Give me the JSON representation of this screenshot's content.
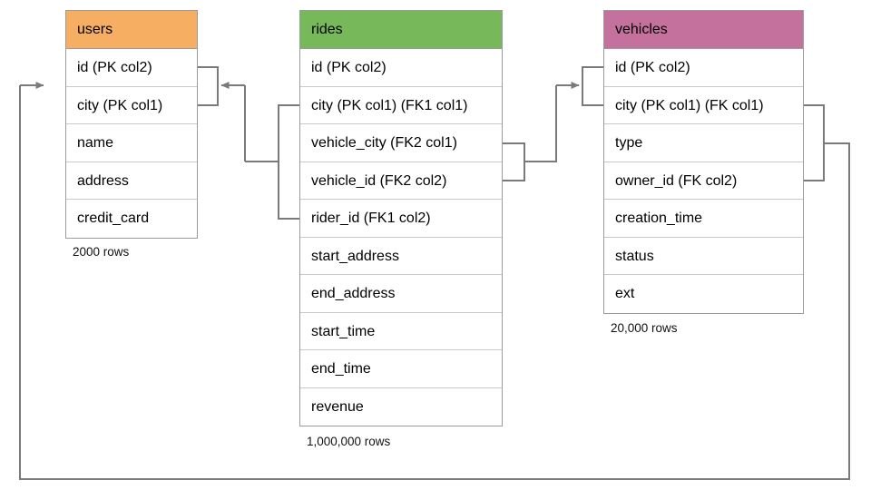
{
  "diagram": {
    "title": "Database schema ER diagram",
    "background": "#ffffff",
    "line_color": "#7a7a7a"
  },
  "tables": [
    {
      "id": "users",
      "name": "users",
      "header_color": "#f5ae62",
      "row_count_label": "2000 rows",
      "columns": [
        {
          "label": "id (PK col2)"
        },
        {
          "label": "city (PK col1)"
        },
        {
          "label": "name"
        },
        {
          "label": "address"
        },
        {
          "label": "credit_card"
        }
      ]
    },
    {
      "id": "rides",
      "name": "rides",
      "header_color": "#76b85a",
      "row_count_label": "1,000,000 rows",
      "columns": [
        {
          "label": "id (PK col2)"
        },
        {
          "label": "city (PK col1) (FK1 col1)"
        },
        {
          "label": "vehicle_city (FK2 col1)"
        },
        {
          "label": "vehicle_id (FK2 col2)"
        },
        {
          "label": "rider_id (FK1 col2)"
        },
        {
          "label": "start_address"
        },
        {
          "label": "end_address"
        },
        {
          "label": "start_time"
        },
        {
          "label": "end_time"
        },
        {
          "label": "revenue"
        }
      ]
    },
    {
      "id": "vehicles",
      "name": "vehicles",
      "header_color": "#c4719e",
      "row_count_label": "20,000 rows",
      "columns": [
        {
          "label": "id (PK col2)"
        },
        {
          "label": "city (PK col1) (FK col1)"
        },
        {
          "label": "type"
        },
        {
          "label": "owner_id (FK col2)"
        },
        {
          "label": "creation_time"
        },
        {
          "label": "status"
        },
        {
          "label": "ext"
        }
      ]
    }
  ],
  "relationships": [
    {
      "id": "fk1-rides-users",
      "from_table": "rides",
      "from_columns": [
        "city (PK col1) (FK1 col1)",
        "rider_id (FK1 col2)"
      ],
      "to_table": "users",
      "to_columns": [
        "id (PK col2)",
        "city (PK col1)"
      ],
      "arrow": "to-users"
    },
    {
      "id": "fk2-rides-vehicles",
      "from_table": "rides",
      "from_columns": [
        "vehicle_city (FK2 col1)",
        "vehicle_id (FK2 col2)"
      ],
      "to_table": "vehicles",
      "to_columns": [
        "id (PK col2)",
        "city (PK col1) (FK col1)"
      ],
      "arrow": "to-vehicles"
    },
    {
      "id": "fk-vehicles-users",
      "from_table": "vehicles",
      "from_columns": [
        "city (PK col1) (FK col1)",
        "owner_id (FK col2)"
      ],
      "to_table": "users",
      "to_columns": [
        "id (PK col2)",
        "city (PK col1)"
      ],
      "arrow": "to-users"
    }
  ]
}
